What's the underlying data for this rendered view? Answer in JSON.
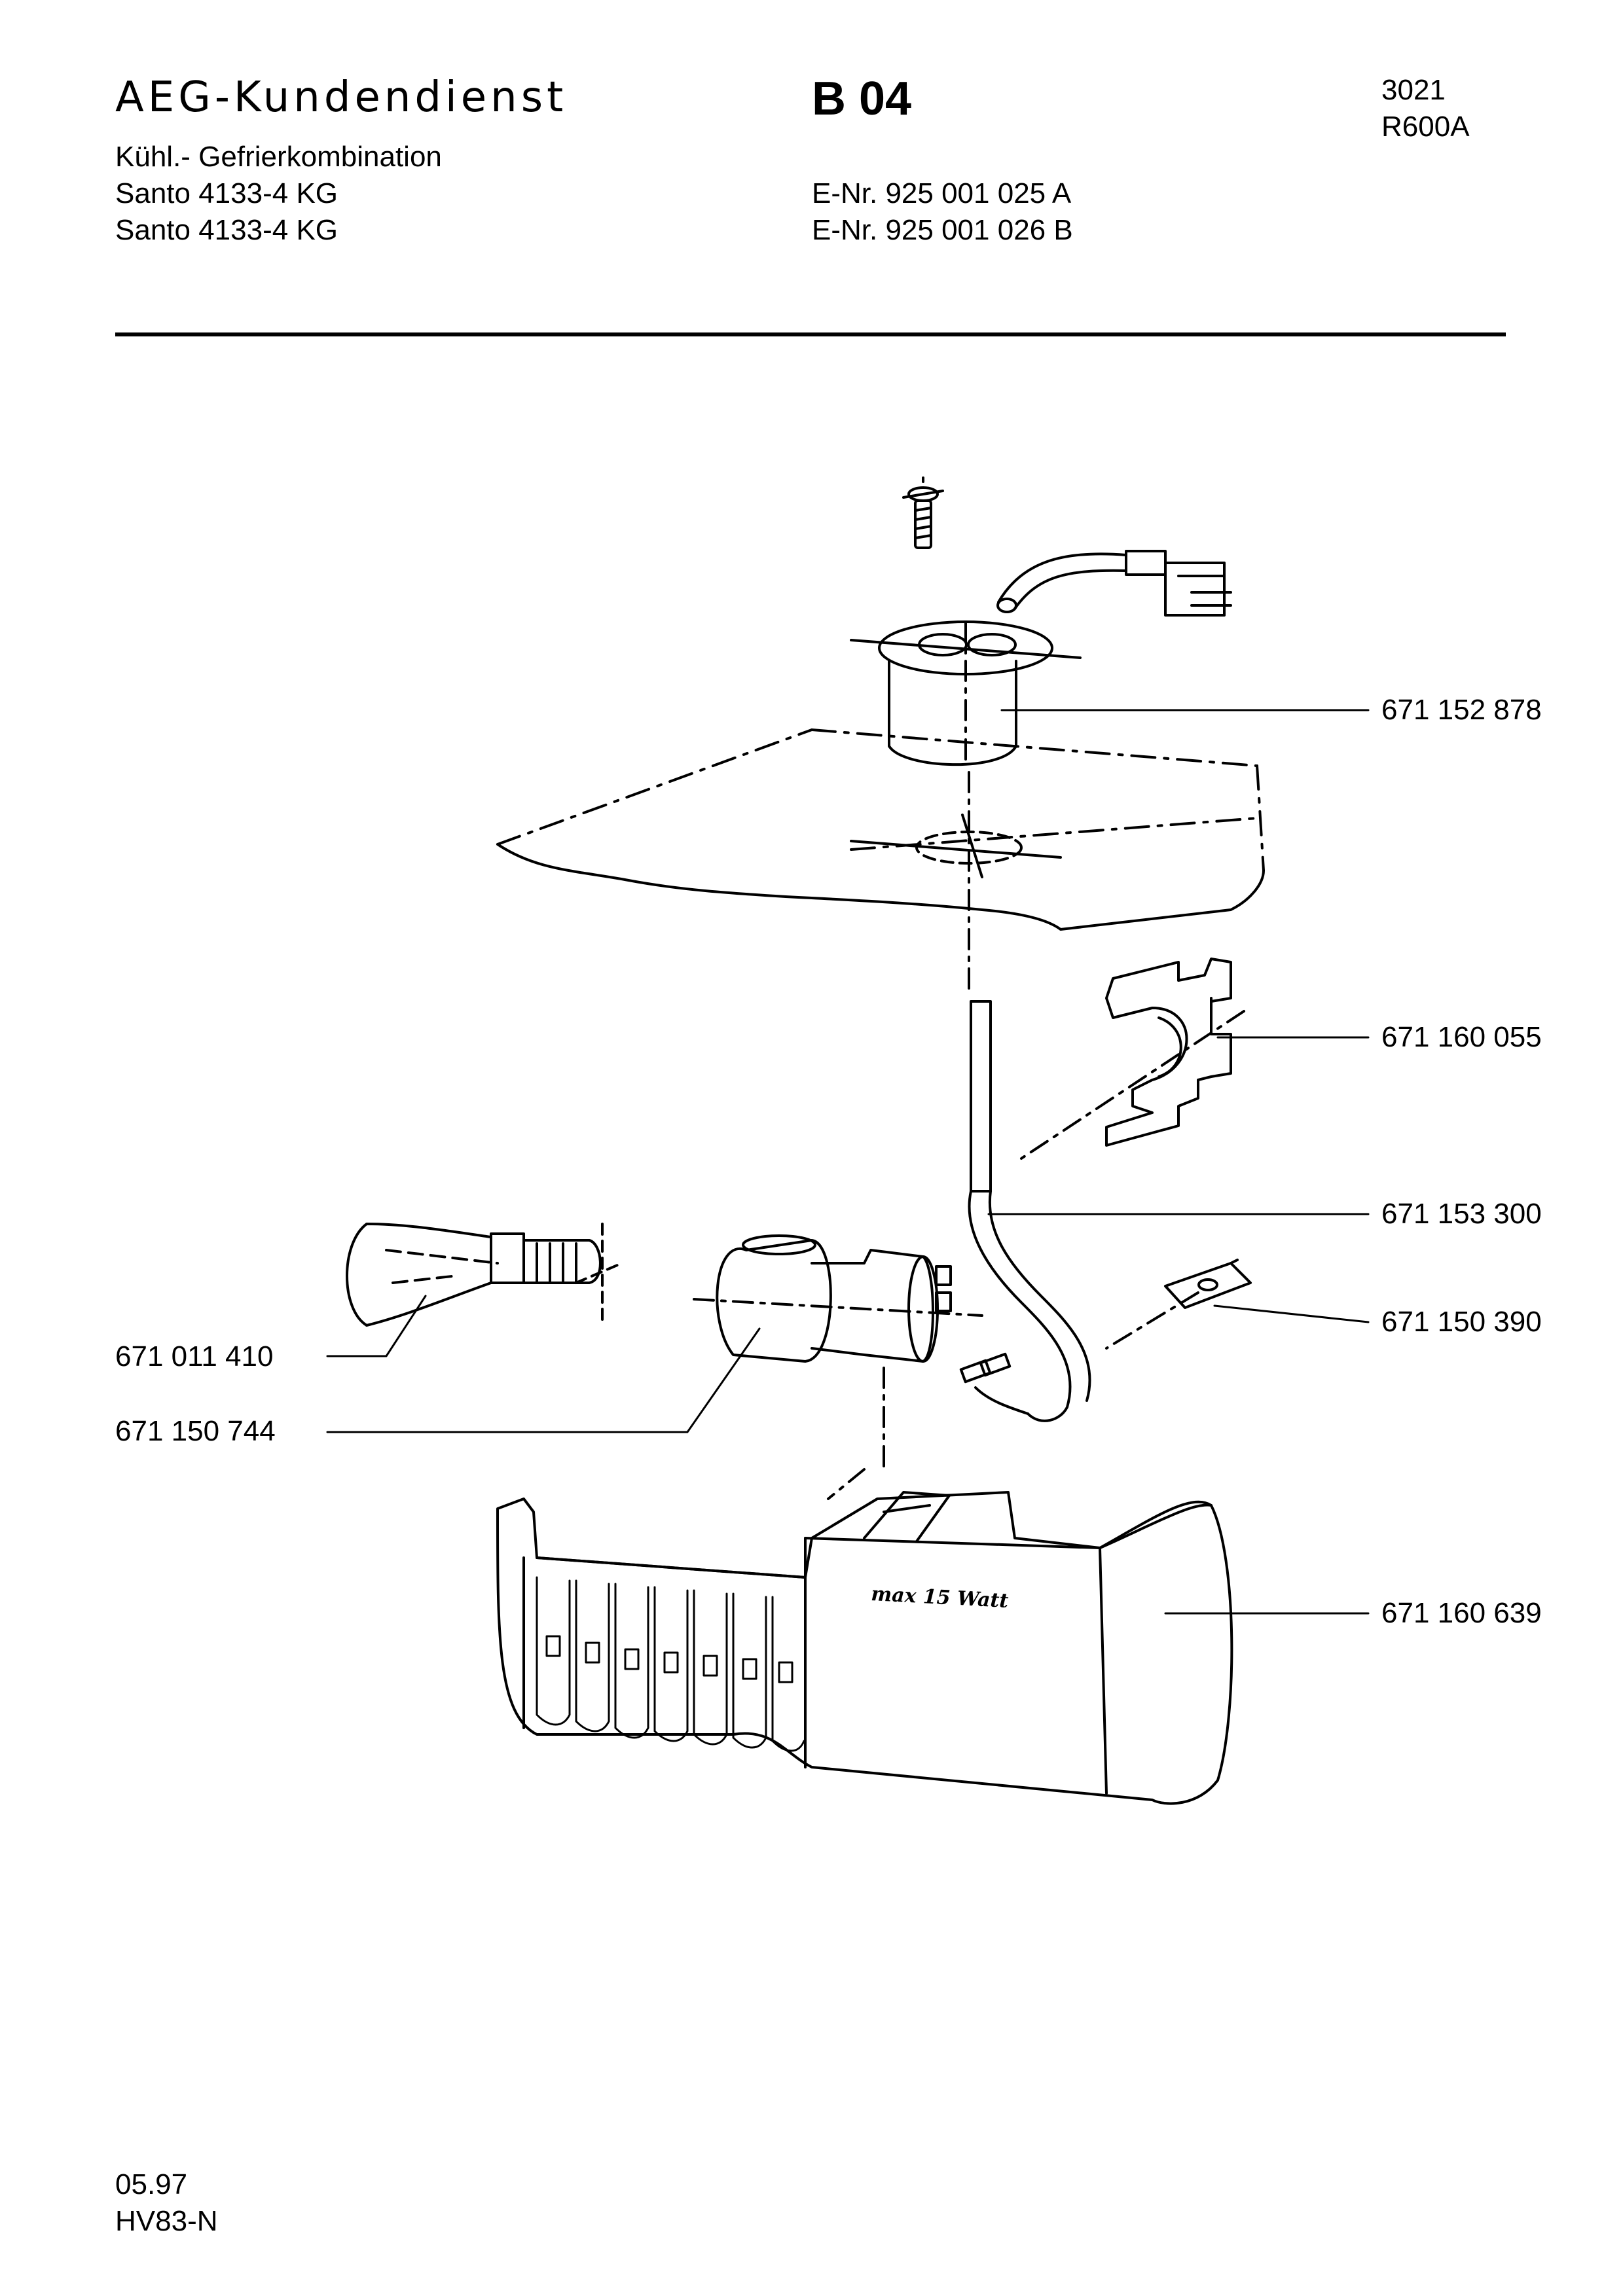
{
  "header": {
    "brand": "AEG-Kundendienst",
    "code": "B 04",
    "ref_line1": "3021",
    "ref_line2": "R600A",
    "category": "Kühl.- Gefrierkombination",
    "models": [
      {
        "name": "Santo 4133-4 KG",
        "enr": "E-Nr. 925 001 025 A"
      },
      {
        "name": "Santo 4133-4 KG",
        "enr": "E-Nr. 925 001 026 B"
      }
    ]
  },
  "parts": [
    {
      "number": "671 152 878",
      "part": "lamp socket housing with connector"
    },
    {
      "number": "671 160 055",
      "part": "mounting bracket"
    },
    {
      "number": "671 153 300",
      "part": "cable"
    },
    {
      "number": "671 150 390",
      "part": "clip"
    },
    {
      "number": "671 011 410",
      "part": "bulb"
    },
    {
      "number": "671 150 744",
      "part": "lamp holder"
    },
    {
      "number": "671 160 639",
      "part": "lamp cover"
    }
  ],
  "cover_stamp": "max 15 Watt",
  "footer": {
    "date": "05.97",
    "doc": "HV83-N"
  }
}
